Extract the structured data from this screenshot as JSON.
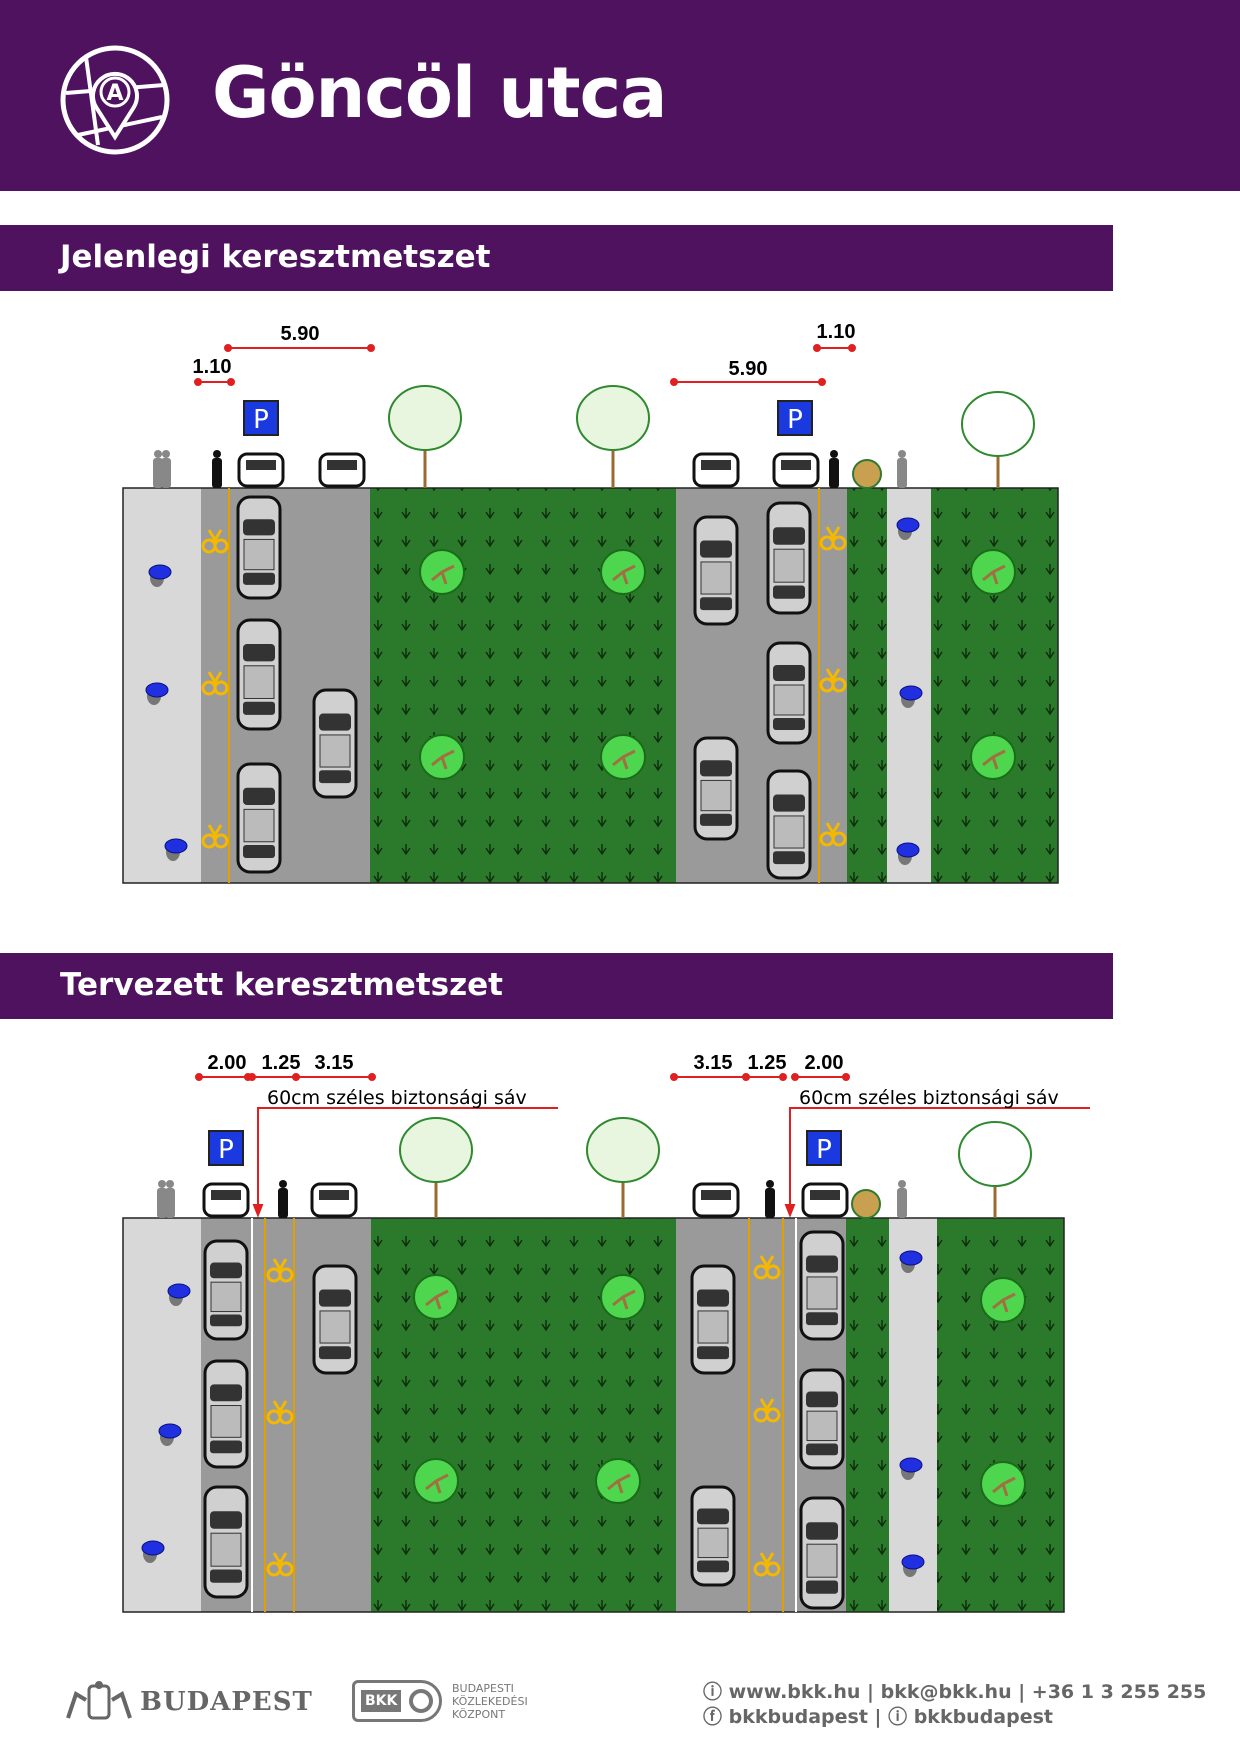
{
  "header": {
    "title": "Göncöl utca",
    "logo_letter": "A"
  },
  "sections": [
    {
      "title": "Jelenlegi keresztmetszet",
      "dimensions": {
        "left": [
          "1.10",
          "5.90"
        ],
        "right": [
          "5.90",
          "1.10"
        ]
      },
      "parking_sign": "P"
    },
    {
      "title": "Tervezett keresztmetszet",
      "dimensions": {
        "left": [
          "2.00",
          "1.25",
          "3.15"
        ],
        "right": [
          "3.15",
          "1.25",
          "2.00"
        ]
      },
      "annotation": "60cm széles biztonsági sáv",
      "parking_sign": "P"
    }
  ],
  "colors": {
    "brand": "#4e125e",
    "grass": "#2b7a2b",
    "road": "#9a9a9a",
    "sidewalk": "#d8d8d8",
    "dimension": "#e02020",
    "bike": "#f5b800"
  },
  "footer": {
    "city": "BUDAPEST",
    "bkk_badge": "BKK",
    "bkk_name": [
      "BUDAPESTI",
      "KÖZLEKEDÉSI",
      "KÖZPONT"
    ],
    "contact_line1": "www.bkk.hu | bkk@bkk.hu | +36 1 3 255 255",
    "contact_line2": "bkkbudapest | ⓘ bkkbudapest",
    "contact_line2_a": "bkkbudapest",
    "contact_line2_b": "bkkbudapest"
  }
}
